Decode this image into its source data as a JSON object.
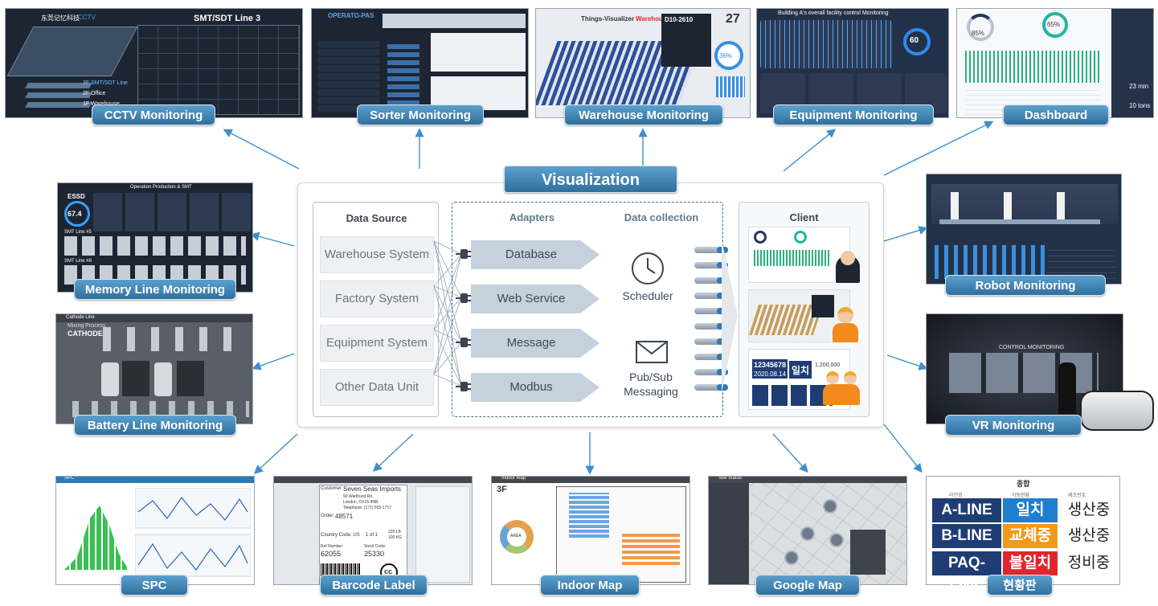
{
  "center_title": "Visualization",
  "panels": {
    "data_source": {
      "title": "Data Source",
      "items": [
        "Warehouse System",
        "Factory System",
        "Equipment System",
        "Other Data Unit"
      ]
    },
    "adapters": {
      "title": "Adapters",
      "items": [
        "Database",
        "Web Service",
        "Message",
        "Modbus"
      ]
    },
    "collection": {
      "title": "Data collection",
      "scheduler": "Scheduler",
      "pubsub_line1": "Pub/Sub",
      "pubsub_line2": "Messaging"
    },
    "client": {
      "title": "Client"
    }
  },
  "thumbnails": {
    "cctv": {
      "label": "CCTV Monitoring",
      "brand": "东莞记忆科技",
      "brand_suffix": "CCTV",
      "heading": "SMT/SDT Line 3",
      "floors": [
        "3F SMT/SDT Line",
        "2F Office",
        "1F Warehouse"
      ]
    },
    "sorter": {
      "label": "Sorter Monitoring",
      "title": "OPERATO-PAS"
    },
    "warehouse": {
      "label": "Warehouse Monitoring",
      "title_plain": "Things-Visualizer",
      "title_accent": "Warehouse",
      "popup_title": "D10-2610",
      "big_number": "27",
      "gauge_value": "36%"
    },
    "equipment": {
      "label": "Equipment Monitoring",
      "header": "Building A's overall facility control Monitoring",
      "gauge_value": "60"
    },
    "dashboard": {
      "label": "Dashboard",
      "gauge1": "85%",
      "gauge2": "65%",
      "stat1": "23 min",
      "stat2": "10 tons"
    },
    "memory": {
      "label": "Memory Line Monitoring",
      "header": "Operation Production & SMT",
      "essd": "ESSD",
      "gauge_value": "67.4",
      "line1": "SMT Line #5",
      "line2": "SMT Line #8"
    },
    "robot": {
      "label": "Robot Monitoring"
    },
    "battery": {
      "label": "Battery Line Monitoring",
      "header": "Cathode Line",
      "sub": "Mixing Process",
      "title": "CATHODE"
    },
    "vr": {
      "label": "VR Monitoring",
      "banner": "CONTROL MONITORING"
    },
    "spc": {
      "label": "SPC",
      "header": "SPC"
    },
    "barcode": {
      "label": "Barcode Label",
      "customer_label": "Customer:",
      "customer": "Seven Seas Imports",
      "addr1": "90 Wadhurst Rd.",
      "addr2": "London, OX15 4NB",
      "addr3": "Telephone: (171) 555-1717",
      "order_label": "Order:",
      "order": "48571",
      "country": "Country Code: US",
      "of": "1 of 1",
      "weight1": "220 LB",
      "weight2": "100 KG",
      "ref_label": "Ref Number:",
      "ref": "62055",
      "stock_label": "Stock Code:",
      "stock": "25330",
      "cc": "cc"
    },
    "indoor": {
      "label": "Indoor Map",
      "header": "Indoor Map",
      "floor": "3F",
      "donut_label": "AREA"
    },
    "google": {
      "label": "Google Map",
      "header": "Site Status"
    },
    "board": {
      "label": "현황판",
      "title": "종합",
      "col1": "라인명",
      "col2": "가동현황",
      "col3": "제조번호",
      "rows": [
        {
          "line": "A-LINE",
          "state": "일치",
          "prod": "생산중",
          "color": "#1f7fcf"
        },
        {
          "line": "B-LINE",
          "state": "교체중",
          "prod": "생산중",
          "color": "#f09a1a"
        },
        {
          "line": "PAQ-LINE",
          "state": "불일치",
          "prod": "정비중",
          "color": "#e0262b"
        }
      ]
    }
  },
  "client_cards": {
    "big_number": "12345678",
    "date": "2020.08.14",
    "korean": "일치",
    "amount": "1,200,000"
  },
  "colors": {
    "label_top": "#5ba0ce",
    "label_bottom": "#2f6f9c",
    "arrow": "#3d8fd0",
    "accent": "#2f78b5"
  }
}
